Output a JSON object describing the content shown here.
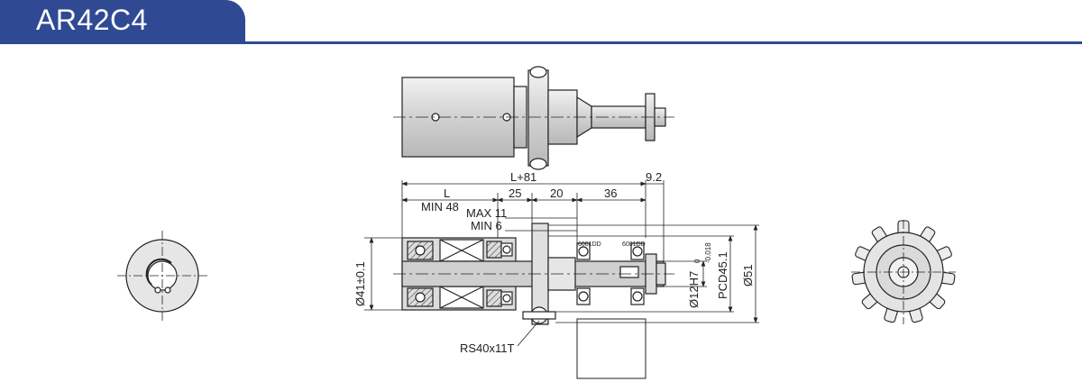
{
  "header": {
    "title": "AR42C4"
  },
  "dimensions": {
    "overall": "L+81",
    "tip": "9.2",
    "length": "L",
    "seg1": "25",
    "seg2": "20",
    "seg3": "36",
    "min_length": "MIN 48",
    "max_stroke": "MAX 11",
    "min_stroke": "MIN 6",
    "body_dia": "Ø41±0.1",
    "bore": "Ø12H7",
    "bore_tol_upper": "0",
    "bore_tol_lower": "-0.018",
    "pcd": "PCD45.1",
    "outer_dia": "Ø51",
    "bearing_a": "6001DD",
    "bearing_b": "6001DD",
    "sprocket": "RS40x11T"
  },
  "colors": {
    "brand": "#2f4a93",
    "line": "#222222",
    "shade": "#d9d9d9"
  }
}
